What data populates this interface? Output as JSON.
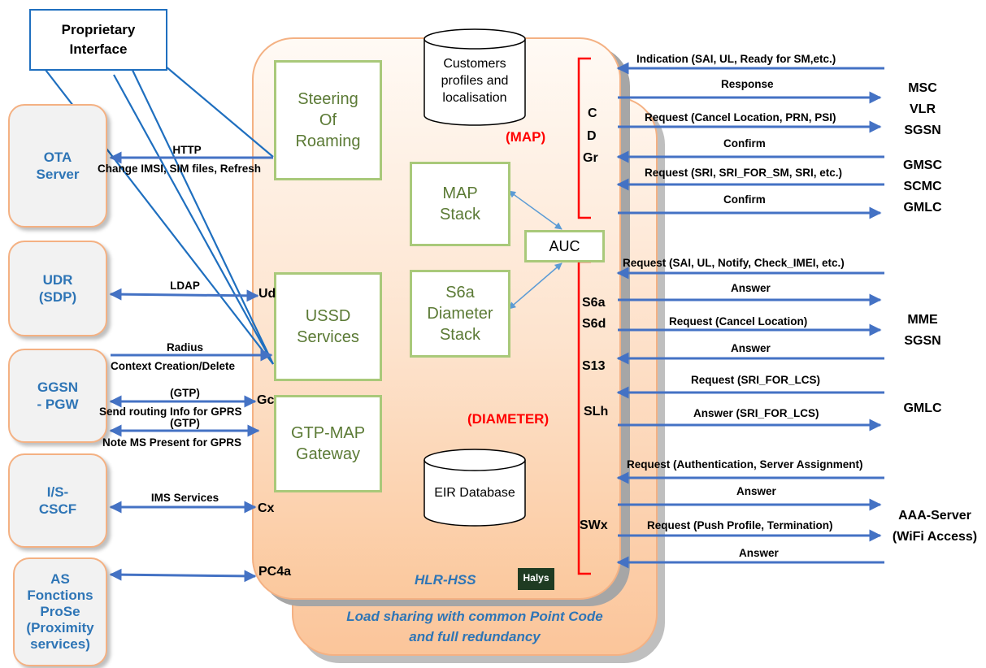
{
  "proprietary": "Proprietary\nInterface",
  "side_boxes": {
    "ota": "OTA\nServer",
    "udr": "UDR\n(SDP)",
    "ggsn": "GGSN\n- PGW",
    "cscf": "I/S-\nCSCF",
    "as": "AS\nFonctions\nProSe\n(Proximity\nservices)"
  },
  "modules": {
    "steering": "Steering\nOf\nRoaming",
    "map_stack": "MAP\nStack",
    "s6a_stack": "S6a\nDiameter\nStack",
    "ussd": "USSD\nServices",
    "gtp_map": "GTP-MAP\nGateway",
    "auc": "AUC"
  },
  "databases": {
    "customers": "Customers\nprofiles and\nlocalisation",
    "eir": "EIR Database"
  },
  "left_links": {
    "http_top": "HTTP",
    "http_bottom": "Change IMSI, SIM files, Refresh",
    "ldap": "LDAP",
    "radius_top": "Radius",
    "radius_bottom": "Context Creation/Delete",
    "gtp1_top": "(GTP)",
    "gtp1_bottom": "Send routing Info for GPRS",
    "gtp2_top": "(GTP)",
    "gtp2_bottom": "Note MS Present for GPRS",
    "ims": "IMS Services"
  },
  "left_interfaces": {
    "ud": "Ud",
    "gc": "Gc",
    "cx": "Cx",
    "pc4a": "PC4a"
  },
  "protocols": {
    "map": "(MAP)",
    "diameter": "(DIAMETER)"
  },
  "map_interfaces": [
    "C",
    "D",
    "Gr"
  ],
  "diameter_interfaces": {
    "s6a": "S6a",
    "s6d": "S6d",
    "s13": "S13",
    "slh": "SLh",
    "swx": "SWx"
  },
  "right_links": [
    "Indication (SAI, UL, Ready for SM,etc.)",
    "Response",
    "Request (Cancel Location, PRN, PSI)",
    "Confirm",
    "Request (SRI, SRI_FOR_SM, SRI, etc.)",
    "Confirm",
    "Request (SAI, UL, Notify, Check_IMEI, etc.)",
    "Answer",
    "Request (Cancel Location)",
    "Answer",
    "Request (SRI_FOR_LCS)",
    "Answer (SRI_FOR_LCS)",
    "Request (Authentication, Server Assignment)",
    "Answer",
    "Request (Push Profile, Termination)",
    "Answer"
  ],
  "right_entities": {
    "msc_group": "MSC\nVLR\nSGSN",
    "gmsc_group": "GMSC\nSCMC\nGMLC",
    "mme_group": "MME\nSGSN",
    "gmlc": "GMLC",
    "aaa": "AAA-Server\n(WiFi Access)"
  },
  "footer": {
    "hlr": "HLR-HSS",
    "logo": "Halys",
    "redundancy": "Load sharing with common Point Code\nand full redundancy"
  },
  "colors": {
    "arrow": "#4472c4",
    "box_fill": "#fbd5b5",
    "box_border": "#f4b183",
    "module_border": "#a9c97a",
    "module_text": "#5b7a35",
    "side_text": "#2e75b6",
    "red": "#ff0000"
  }
}
